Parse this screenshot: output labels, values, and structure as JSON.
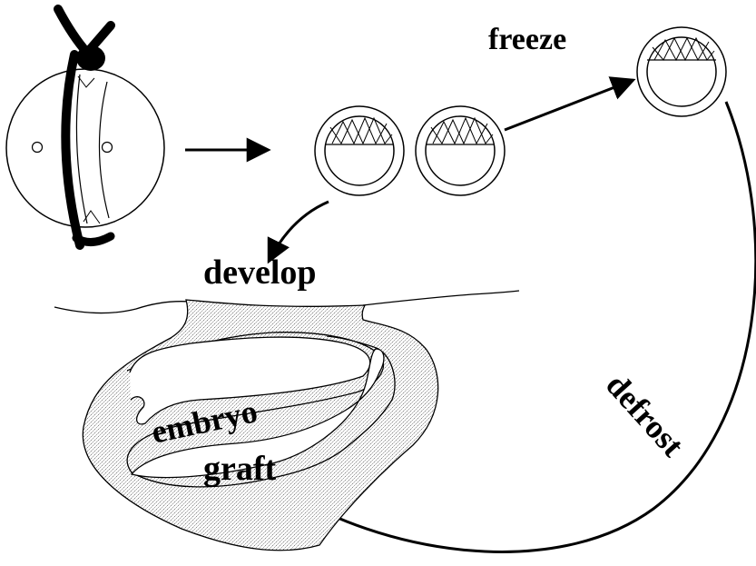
{
  "labels": {
    "freeze": "freeze",
    "develop": "develop",
    "embryo": "embryo",
    "graft": "graft",
    "defrost": "defrost"
  },
  "colors": {
    "ink": "#000000",
    "paper": "#ffffff",
    "stipple": "#9a9a9a"
  }
}
